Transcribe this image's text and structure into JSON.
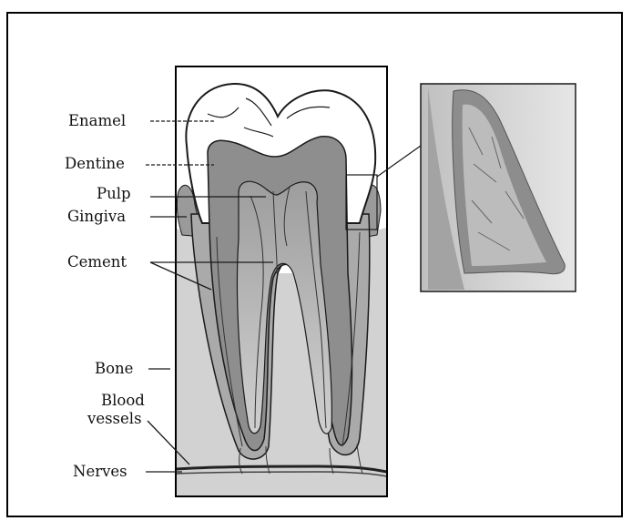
{
  "labels": {
    "enamel": "Enamel",
    "dentine": "Dentine",
    "pulp": "Pulp",
    "gingiva": "Gingiva",
    "cement": "Cement",
    "bone": "Bone",
    "blood_vessels_line1": "Blood",
    "blood_vessels_line2": "vessels",
    "nerves": "Nerves"
  },
  "colors": {
    "enamel": "#ffffff",
    "dentine": "#8e8e8e",
    "pulp": "#b5b5b5",
    "bone": "#d2d2d2",
    "gingiva": "#9a9a9a",
    "outline": "#1a1a1a",
    "inset_background": "#c9c9c9"
  }
}
